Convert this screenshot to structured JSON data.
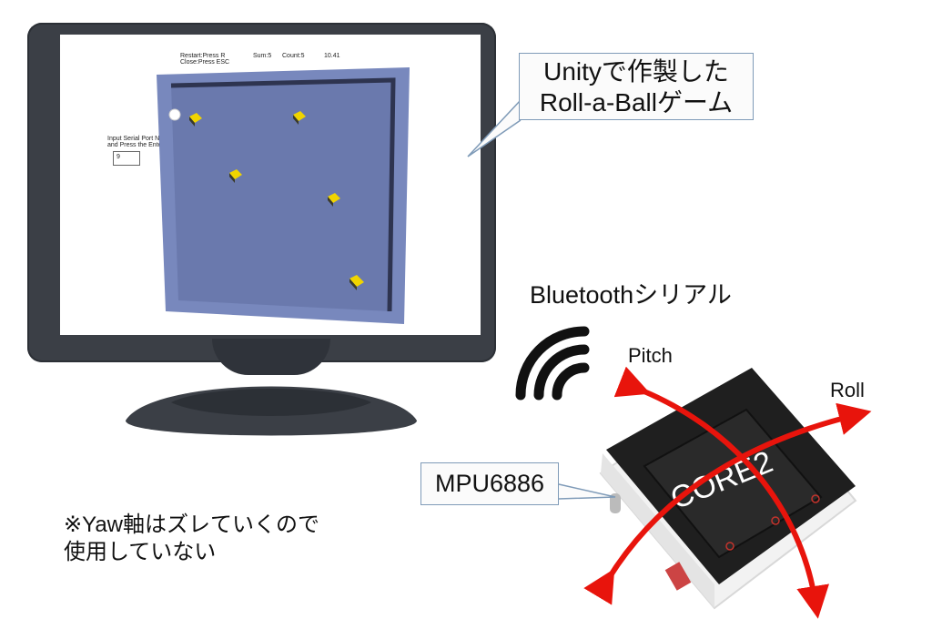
{
  "game": {
    "restart_text": "Restart:Press R",
    "close_text": "Close:Press ESC",
    "sum_text": "Sum:5",
    "count_text": "Count:5",
    "timer_text": "10.41",
    "serial_prompt_1": "Input Serial Port No.",
    "serial_prompt_2": "and Press the Enter Key",
    "serial_value": "9"
  },
  "callouts": {
    "unity_line1": "Unityで作製した",
    "unity_line2": "Roll-a-Ballゲーム",
    "mpu": "MPU6886"
  },
  "labels": {
    "bluetooth": "Bluetoothシリアル",
    "pitch": "Pitch",
    "roll": "Roll",
    "device_logo": "CORE2",
    "note_line1": "※Yaw軸はズレていくので",
    "note_line2": "使用していない"
  },
  "colors": {
    "board": "#6f7fb3",
    "board_rim": "#3c4466",
    "pickup": "#f0d400",
    "arrow": "#e8140c",
    "monitor": "#3b3f46",
    "callout_border": "#7f9bb8"
  },
  "icons": {
    "signal": "wifi-signal-icon",
    "ball": "ball-icon",
    "pickup": "cube-icon"
  }
}
